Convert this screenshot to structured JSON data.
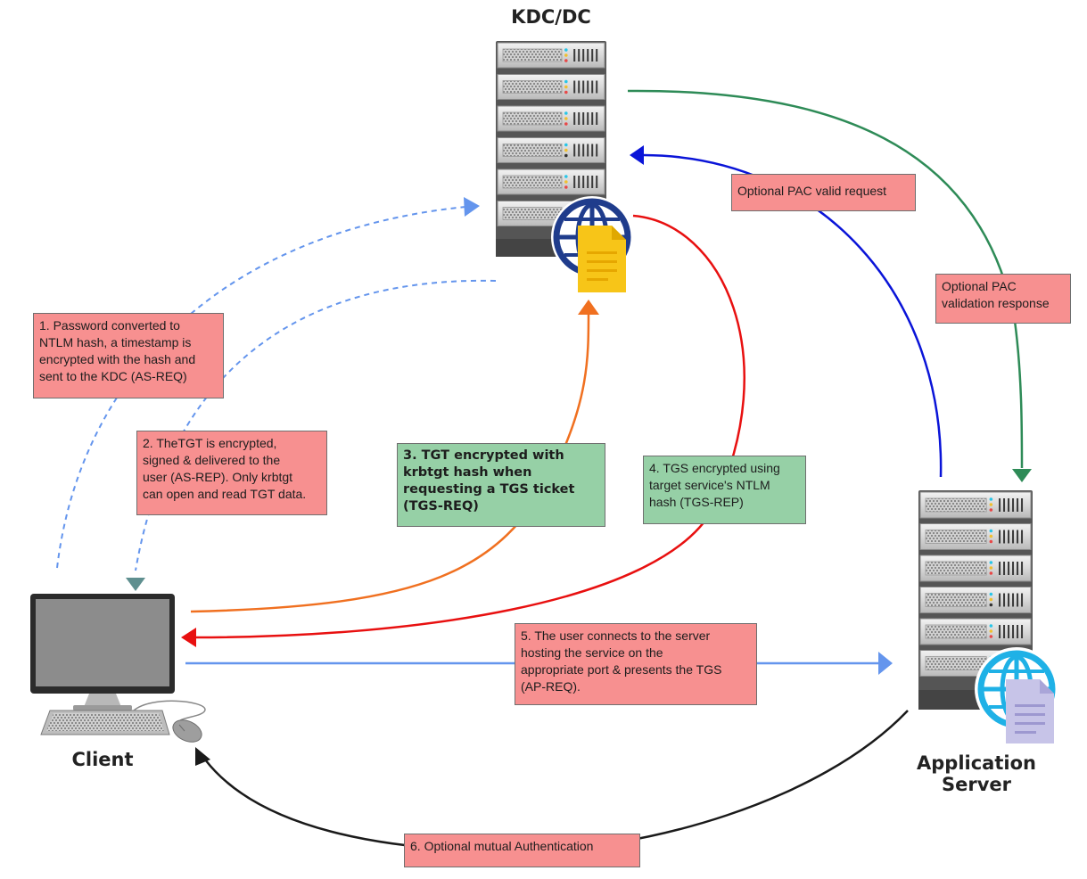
{
  "nodes": {
    "kdc": {
      "title": "KDC/DC"
    },
    "client": {
      "title": "Client"
    },
    "app_server": {
      "title": "Application\nServer"
    }
  },
  "steps": [
    {
      "id": "step1",
      "text": "1. Password converted to\nNTLM hash, a timestamp is\nencrypted with the hash and\nsent to the KDC (AS-REQ)",
      "color": "#f79090"
    },
    {
      "id": "step2",
      "text": "2. TheTGT is encrypted,\nsigned & delivered to the\nuser (AS-REP). Only krbtgt\ncan open and read TGT data.",
      "color": "#f79090"
    },
    {
      "id": "step3",
      "text": "3. TGT encrypted with\nkrbtgt hash when\nrequesting a TGS ticket\n(TGS-REQ)",
      "color": "#96d0a6"
    },
    {
      "id": "step4",
      "text": "4. TGS encrypted using\ntarget service's NTLM\nhash (TGS-REP)",
      "color": "#96d0a6"
    },
    {
      "id": "step5",
      "text": "5. The user connects to the server\nhosting the service on the\nappropriate port & presents the TGS\n(AP-REQ).",
      "color": "#f79090"
    },
    {
      "id": "step6",
      "text": "6. Optional mutual Authentication",
      "color": "#f79090"
    },
    {
      "id": "pac_request",
      "text": "Optional PAC valid request",
      "color": "#f79090"
    },
    {
      "id": "pac_response",
      "text": "Optional PAC\nvalidation response",
      "color": "#f79090"
    }
  ],
  "arrow_colors": {
    "as_req": "#6495ed",
    "as_rep": "#6495ed",
    "tgs_req": "#f07020",
    "tgs_rep": "#e81010",
    "ap_req": "#6495ed",
    "mutual_auth": "#1a1a1a",
    "pac_request": "#0a14d8",
    "pac_response": "#2e8b57"
  }
}
